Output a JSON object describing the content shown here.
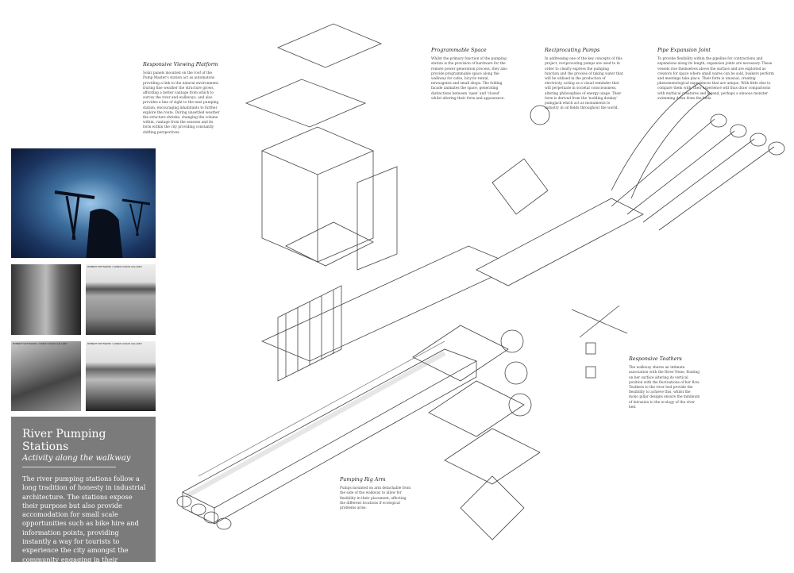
{
  "title_panel": {
    "title": "River Pumping Stations",
    "subtitle": "Activity along the walkway",
    "body": "The river pumping stations follow a long tradition of honesty in industrial architecture. The stations expose their purpose but also provide accomodation for small scale opportunities such as bike hire and information points, providing instantly a way for tourists to experience the city amongst the community engaging in their everyday."
  },
  "photos": [
    {
      "caption": ""
    },
    {
      "caption": ""
    },
    {
      "caption": "ROBERT MATTHEWS / JAMES COHAN GALLERY"
    },
    {
      "caption": "ROBERT MATTHEWS / JAMES COHAN GALLERY"
    },
    {
      "caption": "ROBERT MATTHEWS / JAMES COHAN GALLERY"
    }
  ],
  "annotations": [
    {
      "heading": "Responsive Viewing Platform",
      "body": "Solar panels mounted on the roof of the Pump Master's station act as automatons providing a link to the natural environment. During fine weather the structure grows, affording a better vantage from which to survey the river and walkways, and also provides a line of sight to the next pumping station, encouraging inhabitants to further explore the route. During unsettled weather the structure shrinks, changing the volume within, vantage from the seasons and its form within the city providing constantly shifting perspectives."
    },
    {
      "heading": "Programmable Space",
      "body": "Whilst the primary function of the pumping station is the provision of hardware for the remote power generation process, they also provide programmable space along the walkway for cafes, bicycle rental, newsagents and small shops. The folding facade animates the space, generating distinctions between 'open' and 'closed' whilst altering their form and appearance."
    },
    {
      "heading": "Reciprocating Pumps",
      "body": "In addressing one of the key concepts of this project, reciprocating pumps are used to in order to clearly express the pumping function and the process of taking water that will be utilised in the production of electricity, acting as a visual reminder that will perpetuate in societal consciousness, altering philosophies of energy usage. Their form is derived from the 'nodding donkey' pumpjack which act as monuments to industry in oil fields throughout the world."
    },
    {
      "heading": "Pipe Expansion Joint",
      "body": "To provide flexibility within the pipeline for contractions and expansions along its length, expansion joints are necessary. These vessels rise themselves above the surface and are exploited as creators for space where small wares can be sold, buskers perform and meetings take place. Their form is unusual, creating phenomenological experiences that are unique. With little else to compare them with, their experience will thus draw comparisons with mythical creatures and legend, perhaps a sinuous monster swimming down from the beds."
    },
    {
      "heading": "Responsive Teathers",
      "body": "The walkway shares an intimate association with the River Nene, floating on her surface altering its vertical position with the fluctuations of her flow. Teathers to the river bed provide the flexibility to achieve this, whilst the mono pillar designs ensure the minimum of intrusion to the ecology of the river bed."
    },
    {
      "heading": "Pumping Rig Arm",
      "body": "Pumps mounted on arm detachable from the side of the walkway to allow for flexibility in their placement, affecting the different locations if ecological problems arise."
    }
  ]
}
